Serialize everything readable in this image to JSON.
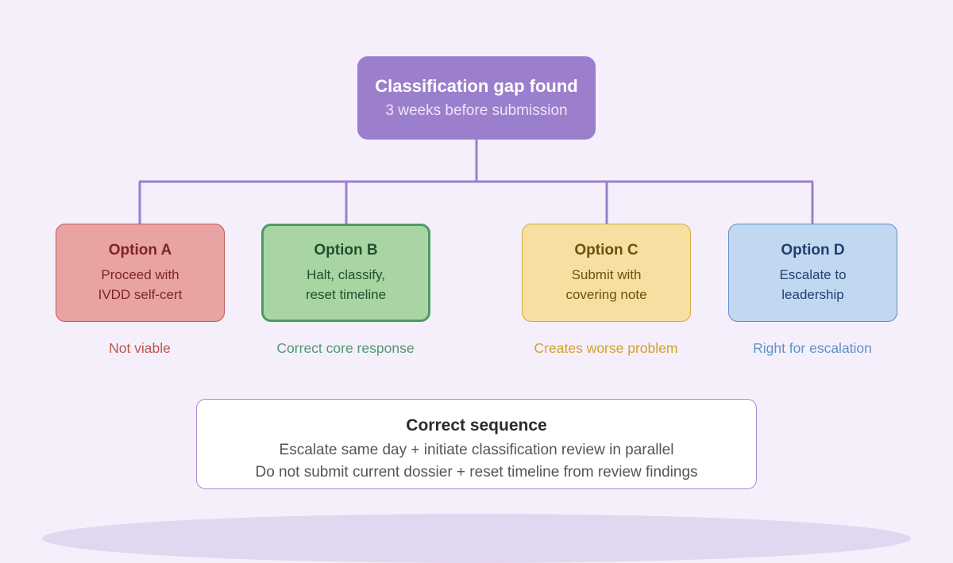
{
  "root": {
    "title": "Classification gap found",
    "subtitle": "3 weeks before submission"
  },
  "options": [
    {
      "id": "a",
      "title": "Option A",
      "line1": "Proceed with",
      "line2": "IVDD self-cert",
      "verdict": "Not viable"
    },
    {
      "id": "b",
      "title": "Option B",
      "line1": "Halt, classify,",
      "line2": "reset timeline",
      "verdict": "Correct core response"
    },
    {
      "id": "c",
      "title": "Option C",
      "line1": "Submit with",
      "line2": "covering note",
      "verdict": "Creates worse problem"
    },
    {
      "id": "d",
      "title": "Option D",
      "line1": "Escalate to",
      "line2": "leadership",
      "verdict": "Right for escalation"
    }
  ],
  "summary": {
    "title": "Correct sequence",
    "line1": "Escalate same day + initiate classification review in parallel",
    "line2": "Do not submit current dossier + reset timeline from review findings"
  },
  "colors": {
    "background": "#f5effb",
    "root_fill": "#9b7fcc",
    "connector": "#9b7fcc",
    "option_a_fill": "#e9a3a3",
    "option_b_fill": "#a9d5a3",
    "option_c_fill": "#f6dfa0",
    "option_d_fill": "#c2d8f0"
  }
}
